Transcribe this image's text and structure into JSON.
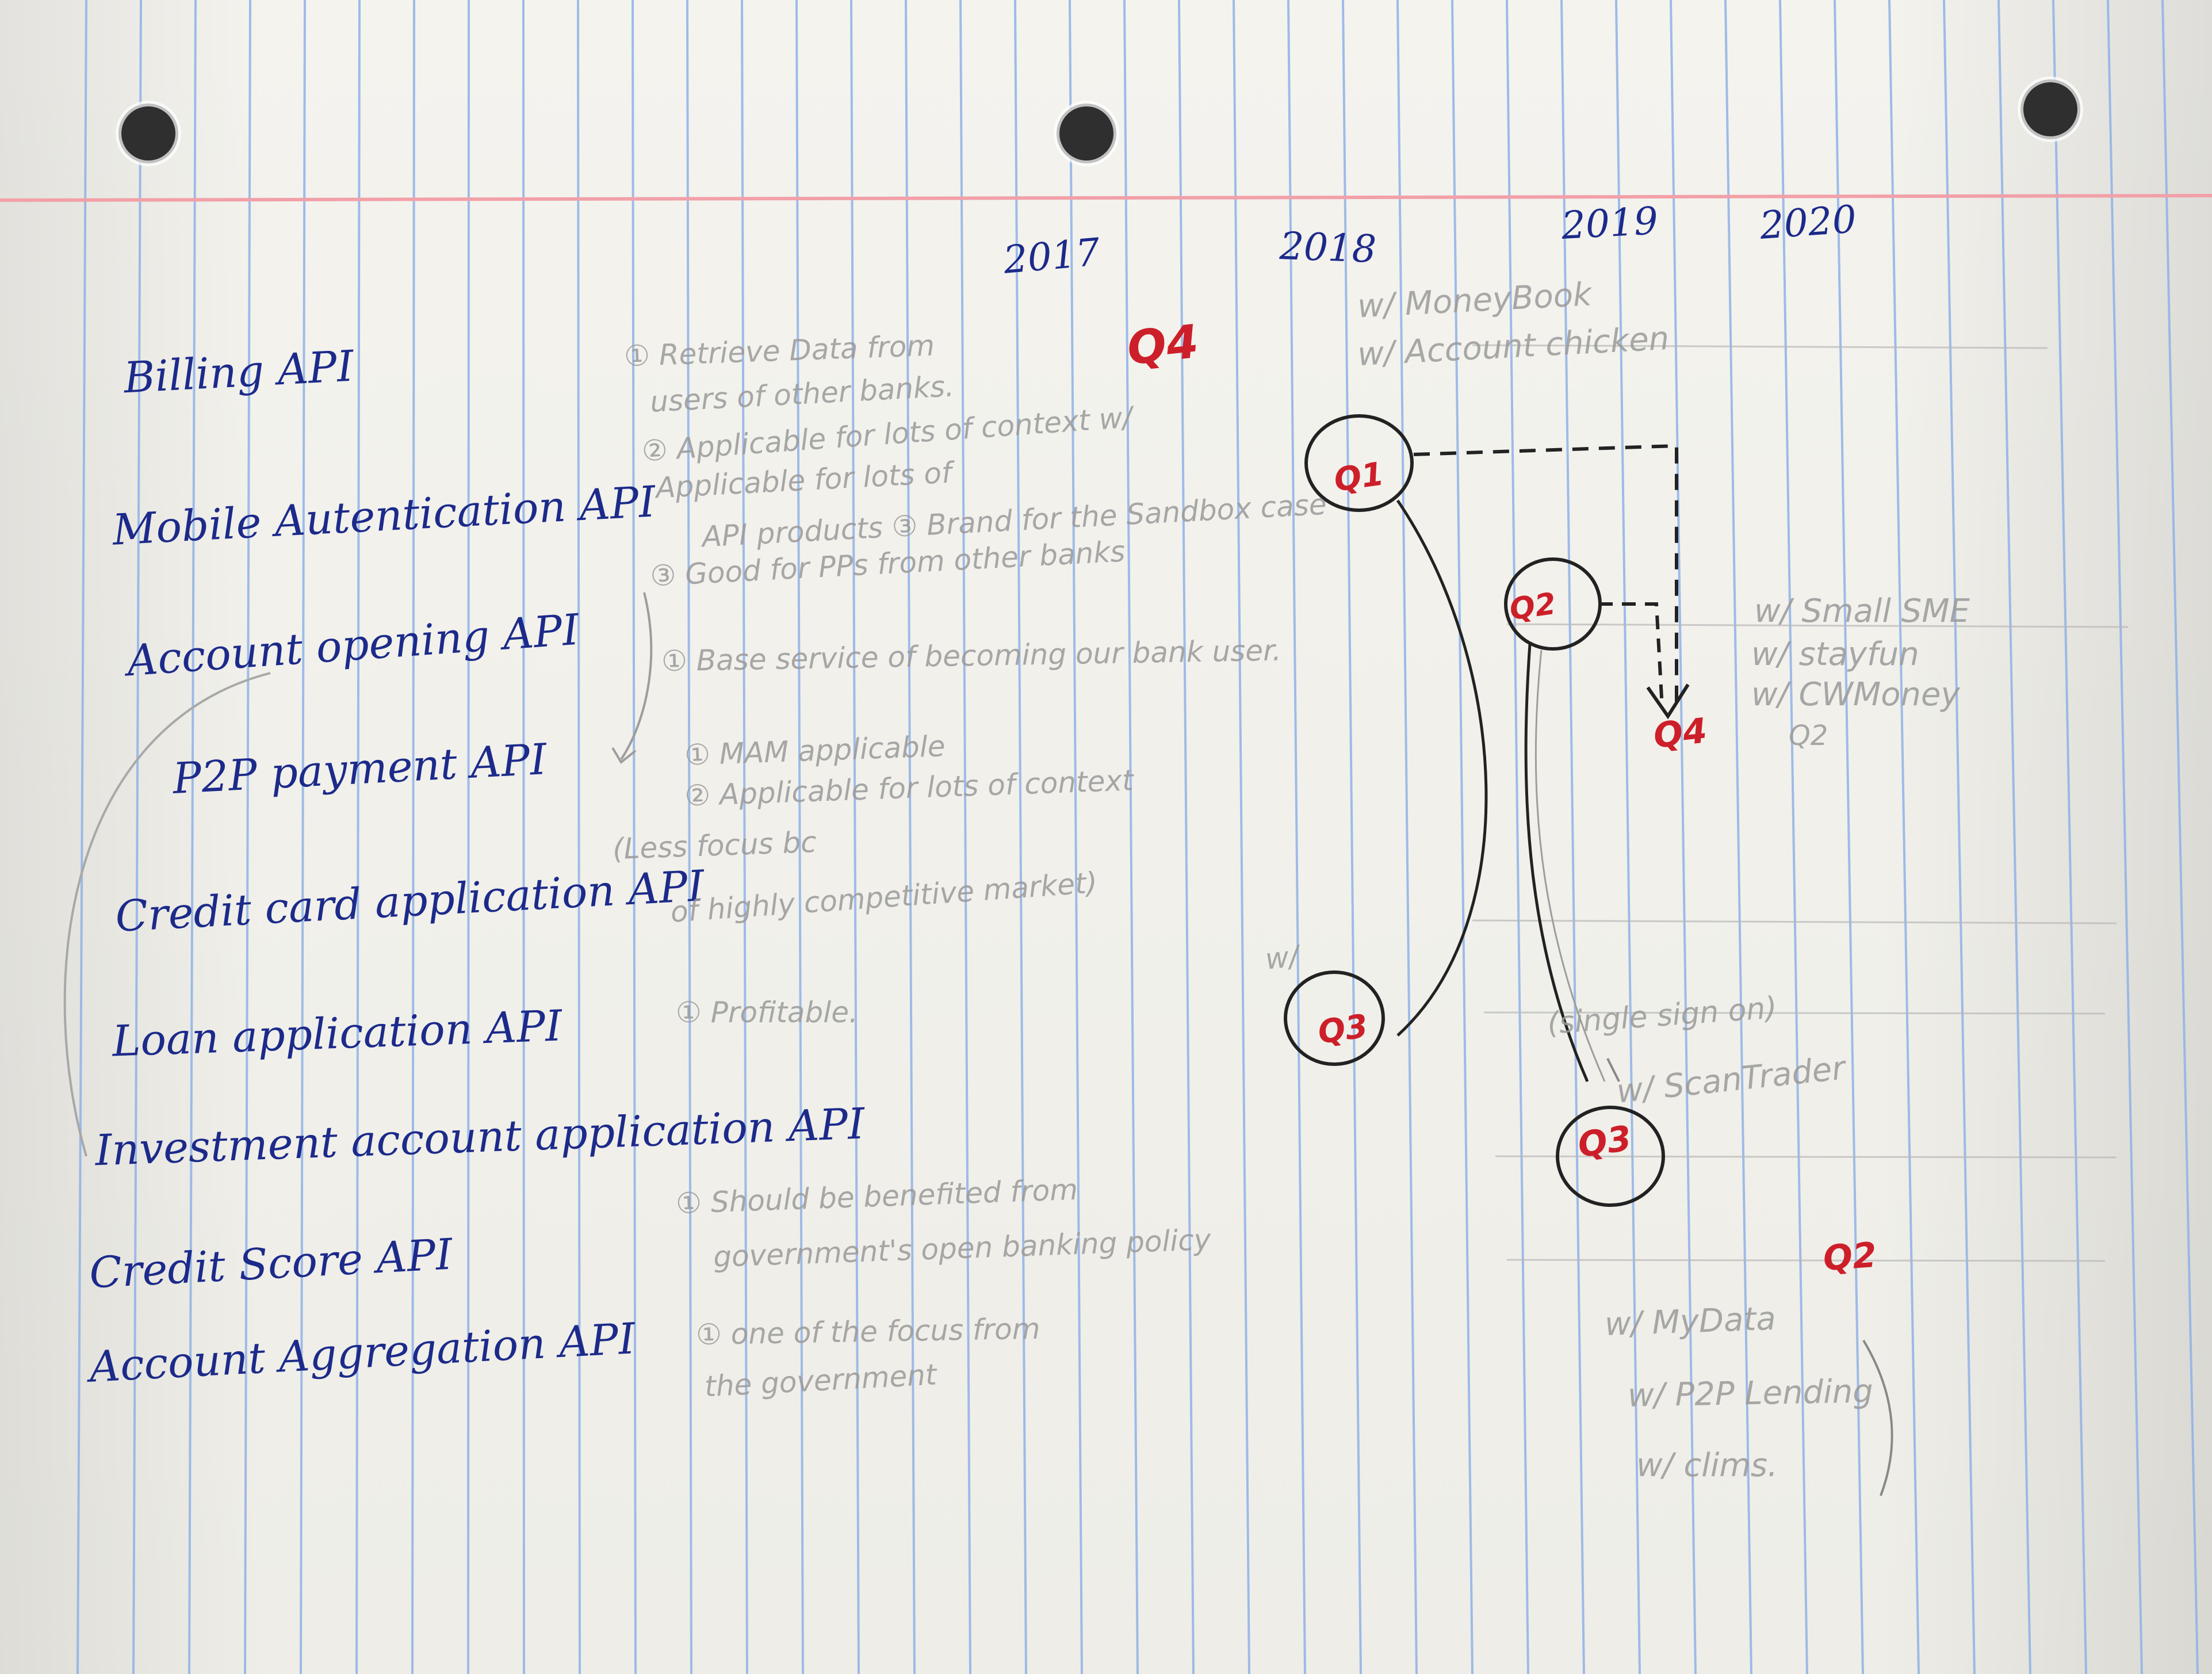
{
  "colors": {
    "paper": "#f3f2ed",
    "rule_lines": "#8fb2e8",
    "margin_line": "#f2a0a8",
    "ink_blue": "#1c2a8a",
    "pencil": "#9a9a9a",
    "ink_black": "#262626",
    "ink_red": "#cc1f2a"
  },
  "years": [
    "2017",
    "2018",
    "2019",
    "2020"
  ],
  "apis": [
    "Billing API",
    "Mobile Autentication API",
    "Account opening API",
    "P2P payment API",
    "Credit card application API",
    "Loan application API",
    "Investment account application API",
    "Credit Score API",
    "Account Aggregation API"
  ],
  "notes": {
    "n1": "① Retrieve Data from",
    "n2": "users of other banks.",
    "n3": "② Applicable for lots of context w/",
    "n4": "Applicable for lots of",
    "n5": "API products ③ Brand for the Sandbox case",
    "n6": "③ Good for PPs from other banks",
    "n7": "① Base service of becoming our bank user.",
    "n8": "① MAM applicable",
    "n9": "② Applicable for lots of context",
    "n10": "(Less focus bc",
    "n11": "of highly competitive market)",
    "n12": "① Profitable.",
    "n13": "① Should be benefited from",
    "n14": "government's open banking policy",
    "n15": "① one of the focus from",
    "n16": "the government"
  },
  "partners": {
    "moneybook": "w/ MoneyBook",
    "accountchicken": "w/ Account chicken",
    "w_only": "w/",
    "smallsme": "w/ Small SME",
    "stayfun": "w/ stayfun",
    "cwmoney": "w/ CWMoney",
    "q2_small": "Q2",
    "singlesignon": "(single sign on)",
    "scantrader": "w/ ScanTrader",
    "mydata": "w/ MyData",
    "p2plending": "w/ P2P Lending",
    "clims": "w/ clims."
  },
  "quarters": {
    "q4_top": "Q4",
    "q1_circle": "Q1",
    "q2_circle": "Q2",
    "q4_arrow": "Q4",
    "q3_left": "Q3",
    "q3_right": "Q3",
    "q2_bottom": "Q2"
  }
}
